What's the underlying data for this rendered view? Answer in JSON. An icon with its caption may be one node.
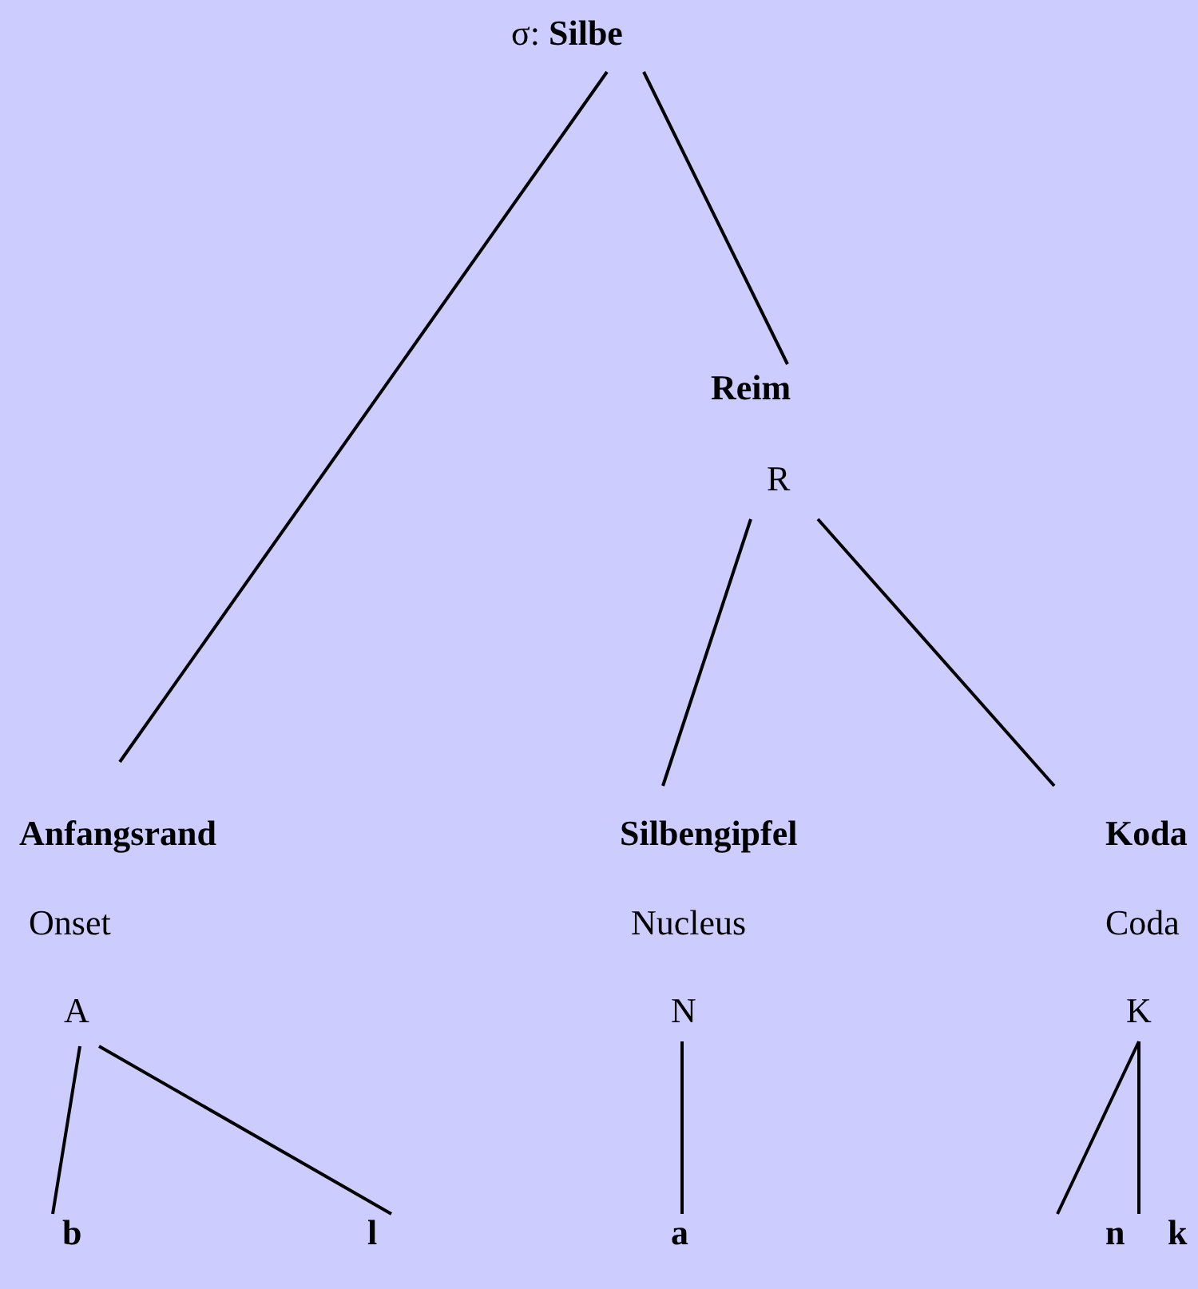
{
  "diagram": {
    "nodes": [
      {
        "text": [
          "σ: **Silbe**"
        ]
      },
      {
        "text": [
          "Reim",
          "R"
        ]
      },
      {
        "text": [
          "Anfangsrand",
          "Onset",
          "A"
        ]
      },
      {
        "text": [
          "Silbengipfel",
          "Nucleus",
          "N"
        ]
      },
      {
        "text": [
          "Koda",
          "Coda",
          "K"
        ]
      },
      {
        "text": [
          "b"
        ]
      },
      {
        "text": [
          "l"
        ]
      },
      {
        "text": [
          "a"
        ]
      },
      {
        "text": [
          "n"
        ]
      },
      {
        "text": [
          "k"
        ]
      }
    ],
    "edges": [
      {
        "from": 0,
        "to": 2,
        "arrow": "none"
      },
      {
        "from": 0,
        "to": 1,
        "arrow": "none"
      },
      {
        "from": 1,
        "to": 3,
        "arrow": "none"
      },
      {
        "from": 1,
        "to": 4,
        "arrow": "none"
      },
      {
        "from": 2,
        "to": 5,
        "arrow": "none"
      },
      {
        "from": 2,
        "to": 6,
        "arrow": "none"
      },
      {
        "from": 3,
        "to": 7,
        "arrow": "none"
      },
      {
        "from": 4,
        "to": 8,
        "arrow": "none"
      },
      {
        "from": 4,
        "to": 9,
        "arrow": "none"
      }
    ]
  }
}
